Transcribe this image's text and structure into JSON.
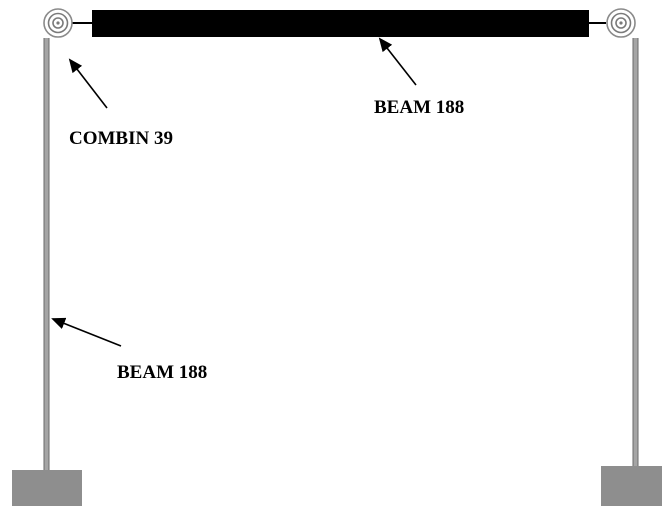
{
  "diagram": {
    "labels": {
      "beam_horizontal": "BEAM 188",
      "spring_element": "COMBIN 39",
      "beam_vertical": "BEAM 188"
    },
    "colors": {
      "beam_top": "#000000",
      "column": "#9a9a9a",
      "column_edge": "#5a5a5a",
      "support": "#8e8e8e",
      "spring": "#6e6e6e",
      "arrow": "#000000"
    },
    "icons": {
      "spring_left": "rotational-spring-icon",
      "spring_right": "rotational-spring-icon",
      "support_left": "fixed-support-icon",
      "support_right": "fixed-support-icon"
    }
  }
}
